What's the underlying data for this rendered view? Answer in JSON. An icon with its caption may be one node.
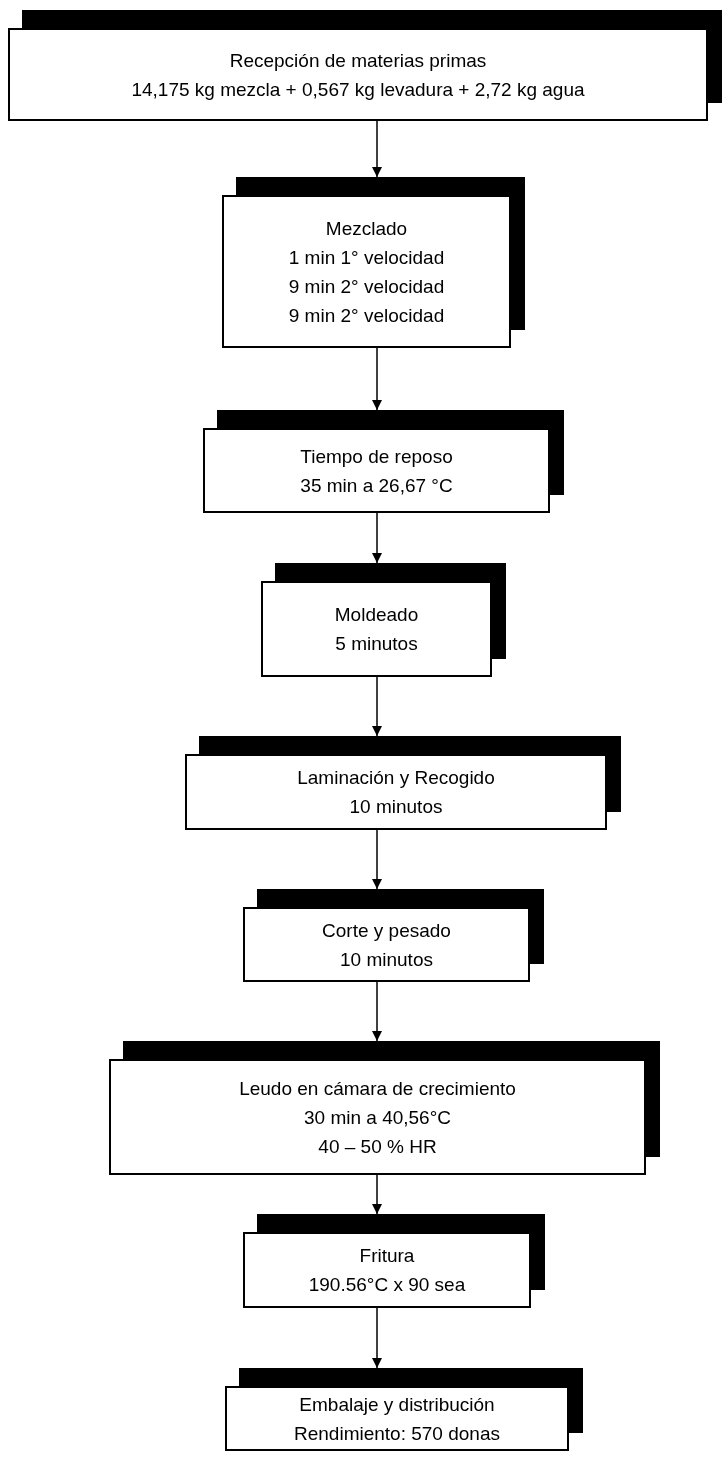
{
  "diagram": {
    "nodes": [
      {
        "text": [
          "Recepción de materias primas",
          "14,175 kg mezcla + 0,567 kg levadura + 2,72 kg agua"
        ]
      },
      {
        "text": [
          "Mezclado",
          "1 min 1° velocidad",
          "9 min 2° velocidad",
          "9 min 2° velocidad"
        ]
      },
      {
        "text": [
          "Tiempo de reposo",
          "35 min a 26,67 °C"
        ]
      },
      {
        "text": [
          "Moldeado",
          "5 minutos"
        ]
      },
      {
        "text": [
          "Laminación y Recogido",
          "10 minutos"
        ]
      },
      {
        "text": [
          "Corte y pesado",
          "10 minutos"
        ]
      },
      {
        "text": [
          "Leudo en cámara de crecimiento",
          "30 min a 40,56°C",
          "40 – 50 % HR"
        ]
      },
      {
        "text": [
          "Fritura",
          "190.56°C x 90 sea"
        ]
      },
      {
        "text": [
          "Embalaje y distribución",
          "Rendimiento: 570 donas"
        ]
      }
    ],
    "edges": [
      {
        "from": 0,
        "to": 1,
        "arrow": "to"
      },
      {
        "from": 1,
        "to": 2,
        "arrow": "to"
      },
      {
        "from": 2,
        "to": 3,
        "arrow": "to"
      },
      {
        "from": 3,
        "to": 4,
        "arrow": "to"
      },
      {
        "from": 4,
        "to": 5,
        "arrow": "to"
      },
      {
        "from": 5,
        "to": 6,
        "arrow": "to"
      },
      {
        "from": 6,
        "to": 7,
        "arrow": "to"
      },
      {
        "from": 7,
        "to": 8,
        "arrow": "to"
      }
    ]
  }
}
